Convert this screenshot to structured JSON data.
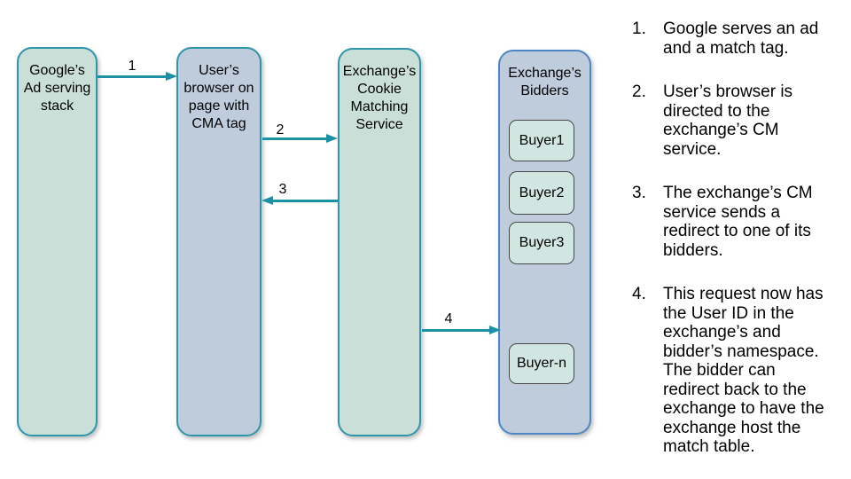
{
  "diagram": {
    "nodes": [
      {
        "id": "google-ad-stack",
        "label": "Google’s\nAd serving\nstack"
      },
      {
        "id": "user-browser",
        "label": "User’s\nbrowser on\npage with\nCMA tag"
      },
      {
        "id": "cookie-matching-service",
        "label": "Exchange’s\nCookie\nMatching\nService"
      },
      {
        "id": "exchange-bidders",
        "label": "Exchange’s\nBidders"
      }
    ],
    "buyers": [
      "Buyer1",
      "Buyer2",
      "Buyer3",
      "Buyer-n"
    ],
    "arrows": [
      {
        "label": "1",
        "from": "google-ad-stack",
        "to": "user-browser",
        "direction": "right"
      },
      {
        "label": "2",
        "from": "user-browser",
        "to": "cookie-matching-service",
        "direction": "right"
      },
      {
        "label": "3",
        "from": "cookie-matching-service",
        "to": "user-browser",
        "direction": "left"
      },
      {
        "label": "4",
        "from": "cookie-matching-service",
        "to": "exchange-bidders",
        "direction": "right"
      }
    ],
    "colors": {
      "node_green_fill": "#cbdfd9",
      "node_blue_fill": "#bfccdc",
      "teal_border": "#2e96ab",
      "blue_border": "#4e86c6",
      "buyer_fill": "#d1e6e1",
      "buyer_border": "#474747",
      "arrow": "#1b90a7"
    }
  },
  "steps": [
    {
      "num": "1.",
      "text": "Google serves an ad\nand a match tag."
    },
    {
      "num": "2.",
      "text": "User’s browser is\ndirected to the\nexchange’s CM\nservice."
    },
    {
      "num": "3.",
      "text": "The exchange’s CM\nservice sends a\nredirect to one of its\nbidders."
    },
    {
      "num": "4.",
      "text": "This request now has\nthe User ID in the\nexchange’s and\nbidder’s namespace.\nThe bidder can\nredirect back to the\nexchange to have the\nexchange host the\nmatch table."
    }
  ]
}
